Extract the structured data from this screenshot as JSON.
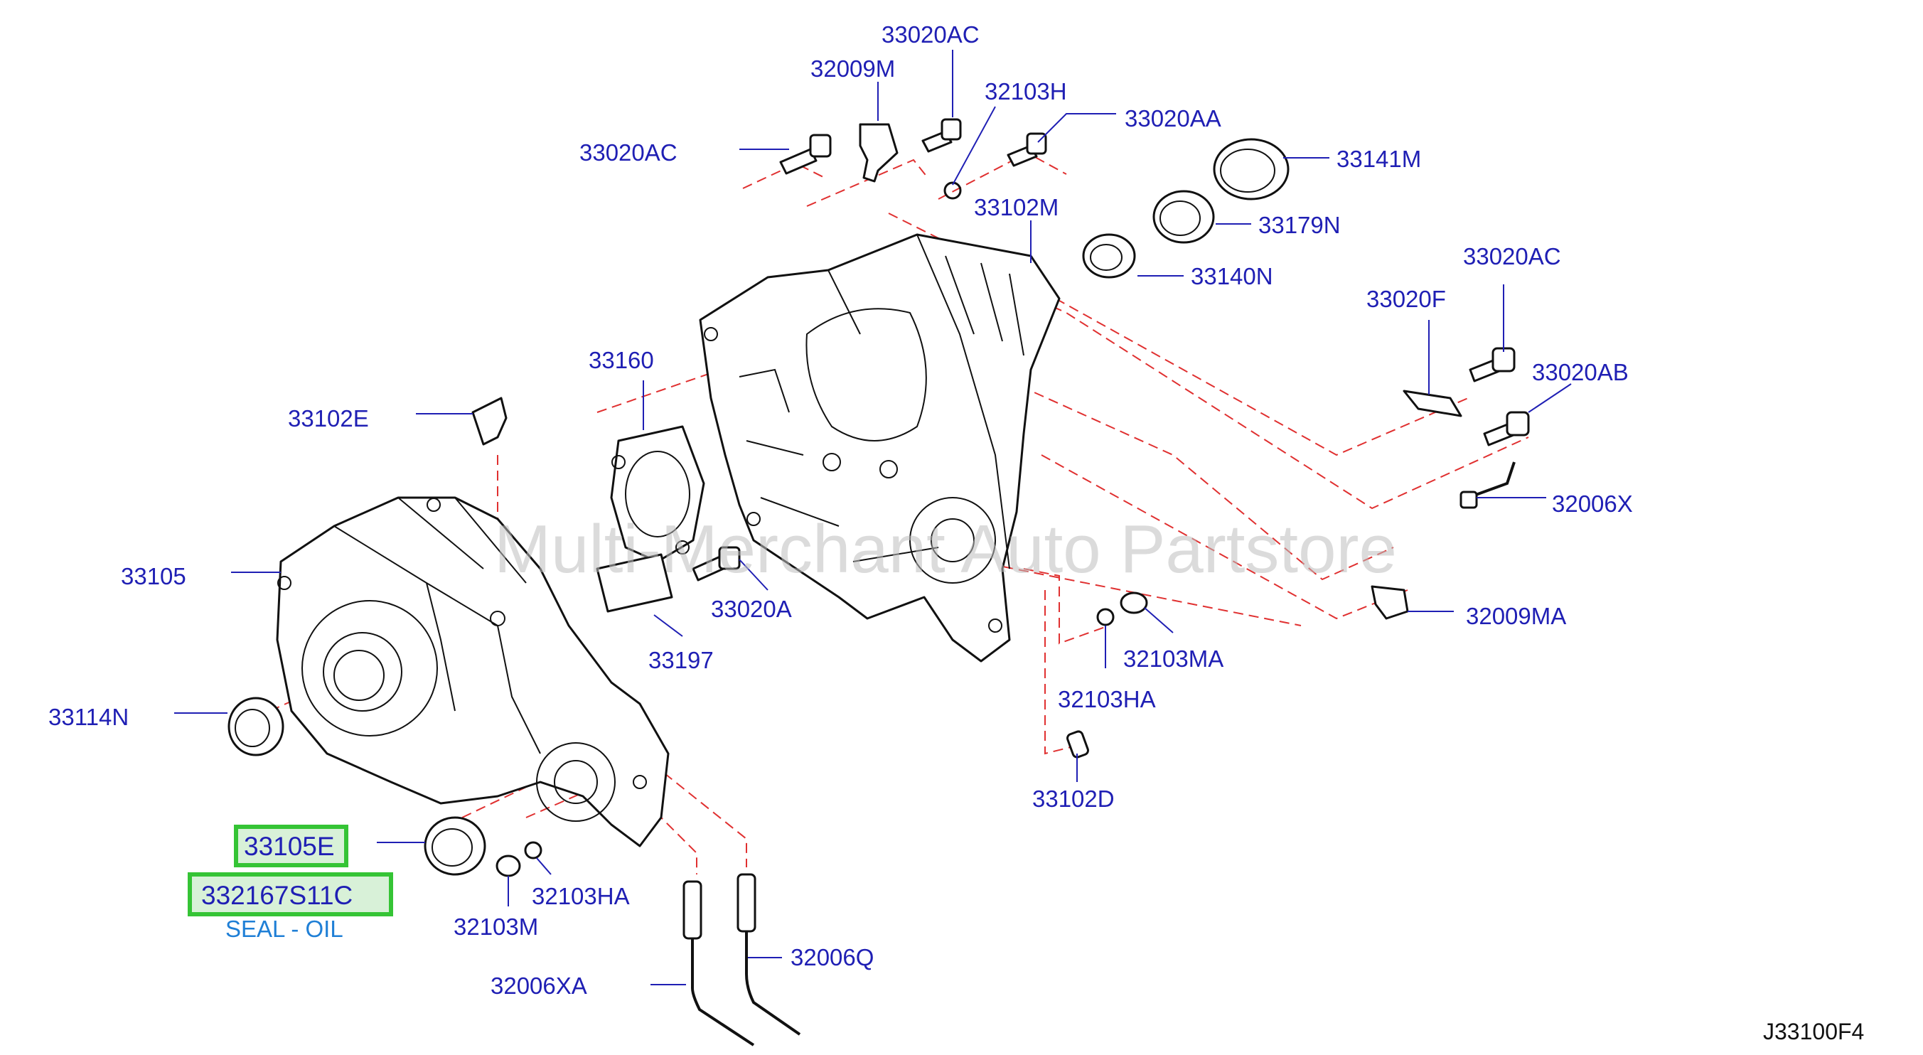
{
  "parts": [
    {
      "id": "p33020AC_top",
      "label": "33020AC"
    },
    {
      "id": "p32009M",
      "label": "32009M"
    },
    {
      "id": "p32103H",
      "label": "32103H"
    },
    {
      "id": "p33020AA",
      "label": "33020AA"
    },
    {
      "id": "p33020AC_left",
      "label": "33020AC"
    },
    {
      "id": "p33141M",
      "label": "33141M"
    },
    {
      "id": "p33102M",
      "label": "33102M"
    },
    {
      "id": "p33179N",
      "label": "33179N"
    },
    {
      "id": "p33140N",
      "label": "33140N"
    },
    {
      "id": "p33020AC_right",
      "label": "33020AC"
    },
    {
      "id": "p33020F",
      "label": "33020F"
    },
    {
      "id": "p33160",
      "label": "33160"
    },
    {
      "id": "p33020AB",
      "label": "33020AB"
    },
    {
      "id": "p33102E",
      "label": "33102E"
    },
    {
      "id": "p32006X",
      "label": "32006X"
    },
    {
      "id": "p33105",
      "label": "33105"
    },
    {
      "id": "p33020A",
      "label": "33020A"
    },
    {
      "id": "p32009MA",
      "label": "32009MA"
    },
    {
      "id": "p33197",
      "label": "33197"
    },
    {
      "id": "p32103MA",
      "label": "32103MA"
    },
    {
      "id": "p32103HA_right",
      "label": "32103HA"
    },
    {
      "id": "p33114N",
      "label": "33114N"
    },
    {
      "id": "p33102D",
      "label": "33102D"
    },
    {
      "id": "p32103HA_bottom",
      "label": "32103HA"
    },
    {
      "id": "p32103M",
      "label": "32103M"
    },
    {
      "id": "p32006Q",
      "label": "32006Q"
    },
    {
      "id": "p32006XA",
      "label": "32006XA"
    }
  ],
  "highlight": {
    "callout": "33105E",
    "part_number": "332167S11C",
    "description": "SEAL - OIL"
  },
  "watermark": "Multi-Merchant Auto Partstore",
  "diagram_ref": "J33100F4",
  "colors": {
    "label": "#1f1fb4",
    "leader": "#1f1fb4",
    "dashed": "#e03030",
    "highlight_border": "#35c435",
    "highlight_fill": "#d8f1d8",
    "description": "#1f7fd6"
  }
}
